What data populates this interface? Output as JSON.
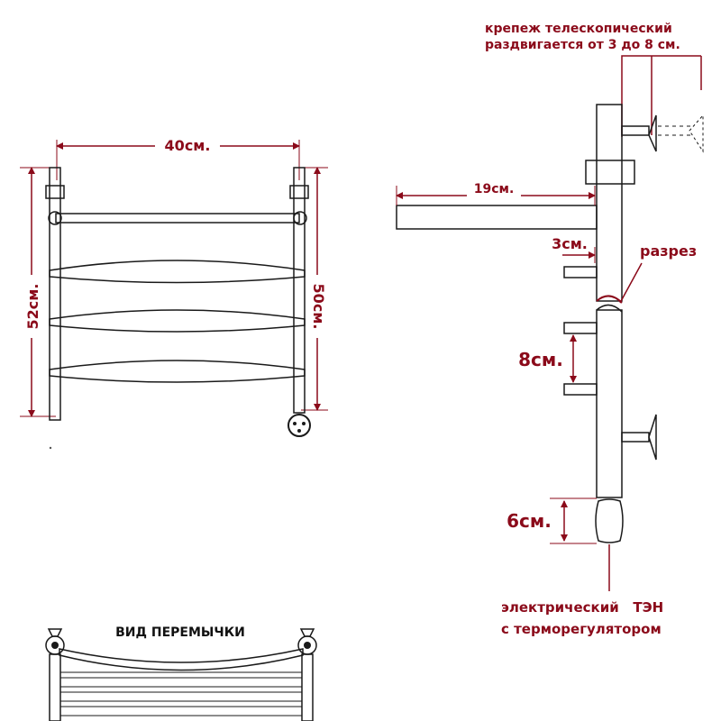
{
  "colors": {
    "label": "#8b0a1a",
    "outline": "#1a1a1a",
    "background": "#ffffff"
  },
  "front_view": {
    "width_label": "40см.",
    "height_outer_label": "52см.",
    "height_inner_label": "50см."
  },
  "side_view": {
    "mount_note_line1": "крепеж телескопический",
    "mount_note_line2": "раздвигается от 3 до 8 см.",
    "depth_label": "19см.",
    "offset_label": "3см.",
    "cut_label": "разрез",
    "spacing_label": "8см.",
    "heater_size_label": "6см.",
    "heater_note_line1": "электрический   ТЭН",
    "heater_note_line2": "с терморегулятором"
  },
  "jumper_view": {
    "title": "ВИД ПЕРЕМЫЧКИ"
  }
}
